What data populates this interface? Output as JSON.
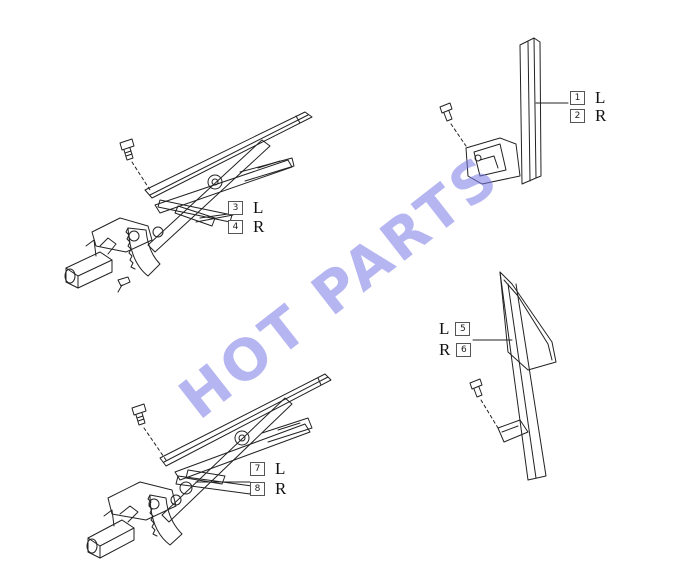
{
  "watermark": "HOT PARTS",
  "callouts": [
    {
      "id": "1",
      "side": "L"
    },
    {
      "id": "2",
      "side": "R"
    },
    {
      "id": "3",
      "side": "L"
    },
    {
      "id": "4",
      "side": "R"
    },
    {
      "id": "5",
      "side": "L"
    },
    {
      "id": "6",
      "side": "R"
    },
    {
      "id": "7",
      "side": "L"
    },
    {
      "id": "8",
      "side": "R"
    }
  ],
  "colors": {
    "line": "#222222",
    "watermark": "#7a7ae6"
  }
}
